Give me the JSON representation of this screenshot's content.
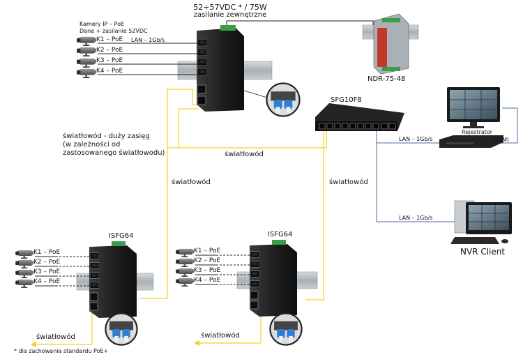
{
  "power": {
    "spec": "52÷57VDC * / 75W",
    "label": "zasilanie zewnętrzne",
    "psu_model": "NDR-75-48"
  },
  "cameras_top": {
    "heading_line1": "Kamery IP – PoE",
    "heading_line2": "Dane + zasilanie 52VDC",
    "lan": "LAN – 1Gb/s",
    "ports": [
      "K1 – PoE",
      "K2 – PoE",
      "K3 – PoE",
      "K4 – PoE"
    ]
  },
  "main_switch": {
    "name": "SFG10F8"
  },
  "fiber": {
    "long_range": "światłowód - duży zasięg\n(w zależności od\nzastosowanego światłowodu)",
    "label": "światłowód"
  },
  "recorder": {
    "name": "Rejestrator",
    "hdmi": "HDMI",
    "lan": "LAN – 1Gb/s"
  },
  "nvr": {
    "name": "NVR Client",
    "lan": "LAN – 1Gb/s"
  },
  "switch_left": {
    "name": "ISFG64",
    "ports": [
      "K1 – PoE",
      "K2 – PoE",
      "K3 – PoE",
      "K4 – PoE"
    ]
  },
  "switch_right": {
    "name": "ISFG64",
    "ports": [
      "K1 – PoE",
      "K2 – PoE",
      "K3 – PoE",
      "K4 – PoE"
    ]
  },
  "footnote": "* dla zachowania standardu PoE+",
  "colors": {
    "fiber": "#f2d21b",
    "lan": "#4a6fa5",
    "device": "#1e1e1e",
    "rail": "#b9bec2",
    "psu": "#c0392b"
  }
}
